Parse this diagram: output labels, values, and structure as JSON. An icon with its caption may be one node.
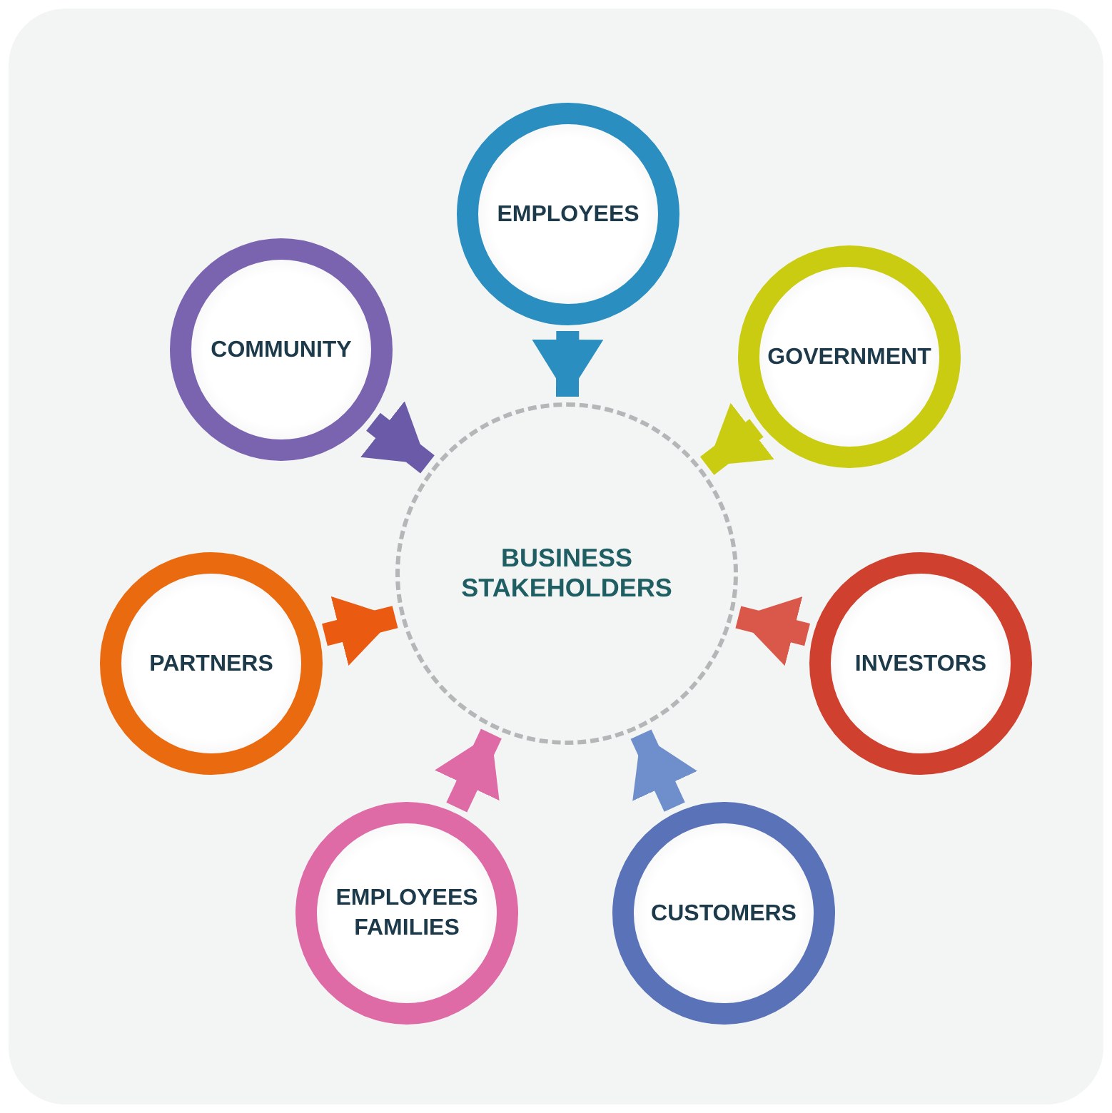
{
  "diagram": {
    "nodes": [
      {
        "text": [
          "BUSINESS STAKEHOLDERS"
        ]
      },
      {
        "text": [
          "EMPLOYEES"
        ]
      },
      {
        "text": [
          "GOVERNMENT"
        ]
      },
      {
        "text": [
          "INVESTORS"
        ]
      },
      {
        "text": [
          "CUSTOMERS"
        ]
      },
      {
        "text": [
          "EMPLOYEES FAMILIES"
        ]
      },
      {
        "text": [
          "PARTNERS"
        ]
      },
      {
        "text": [
          "COMMUNITY"
        ]
      }
    ],
    "edges": [
      {
        "from": 1,
        "to": 0,
        "arrow": "to",
        "color": "#2a8fc0"
      },
      {
        "from": 2,
        "to": 0,
        "arrow": "to",
        "color": "#c9cc10"
      },
      {
        "from": 3,
        "to": 0,
        "arrow": "to",
        "color": "#d9584a"
      },
      {
        "from": 4,
        "to": 0,
        "arrow": "to",
        "color": "#6f8fcc"
      },
      {
        "from": 5,
        "to": 0,
        "arrow": "to",
        "color": "#de6aa6"
      },
      {
        "from": 6,
        "to": 0,
        "arrow": "to",
        "color": "#ea5a10"
      },
      {
        "from": 7,
        "to": 0,
        "arrow": "to",
        "color": "#6a5aa8"
      }
    ]
  }
}
